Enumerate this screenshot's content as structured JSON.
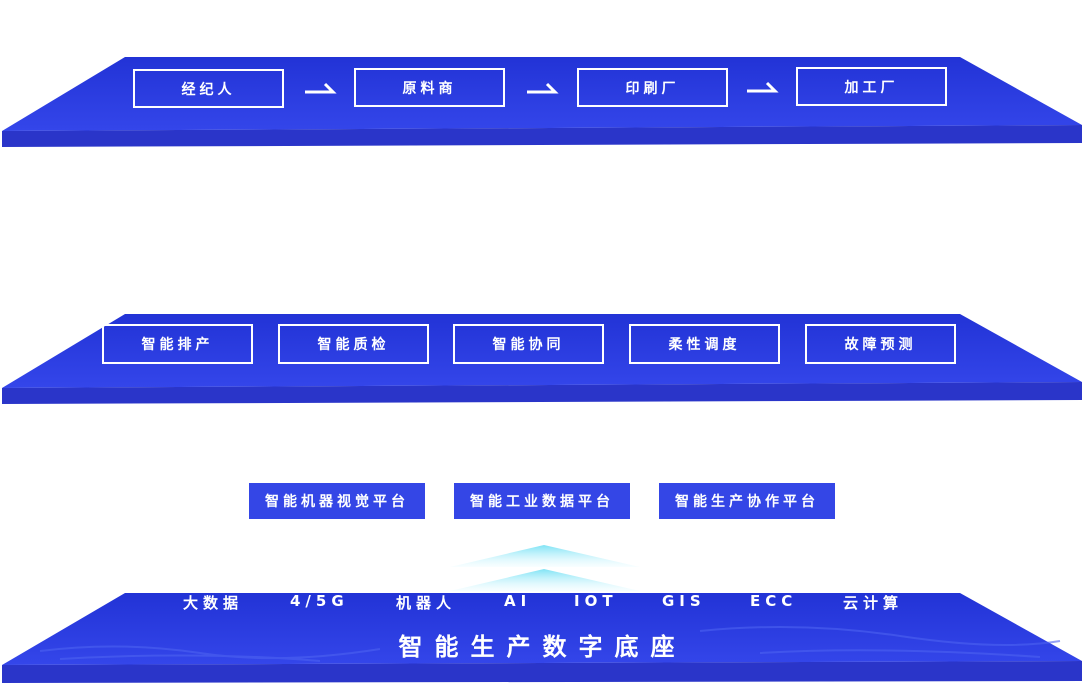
{
  "colors": {
    "platform_top": "#2d3fe0",
    "platform_front": "#2a35c9",
    "accent": "#3446e6"
  },
  "layer1": {
    "boxes": [
      "经纪人",
      "原料商",
      "印刷厂",
      "加工厂"
    ]
  },
  "layer2": {
    "boxes": [
      "智能排产",
      "智能质检",
      "智能协同",
      "柔性调度",
      "故障预测"
    ]
  },
  "platforms": [
    "智能机器视觉平台",
    "智能工业数据平台",
    "智能生产协作平台"
  ],
  "base": {
    "techs": [
      "大数据",
      "4/5G",
      "机器人",
      "AI",
      "IOT",
      "GIS",
      "ECC",
      "云计算"
    ],
    "title": "智能生产数字底座"
  }
}
